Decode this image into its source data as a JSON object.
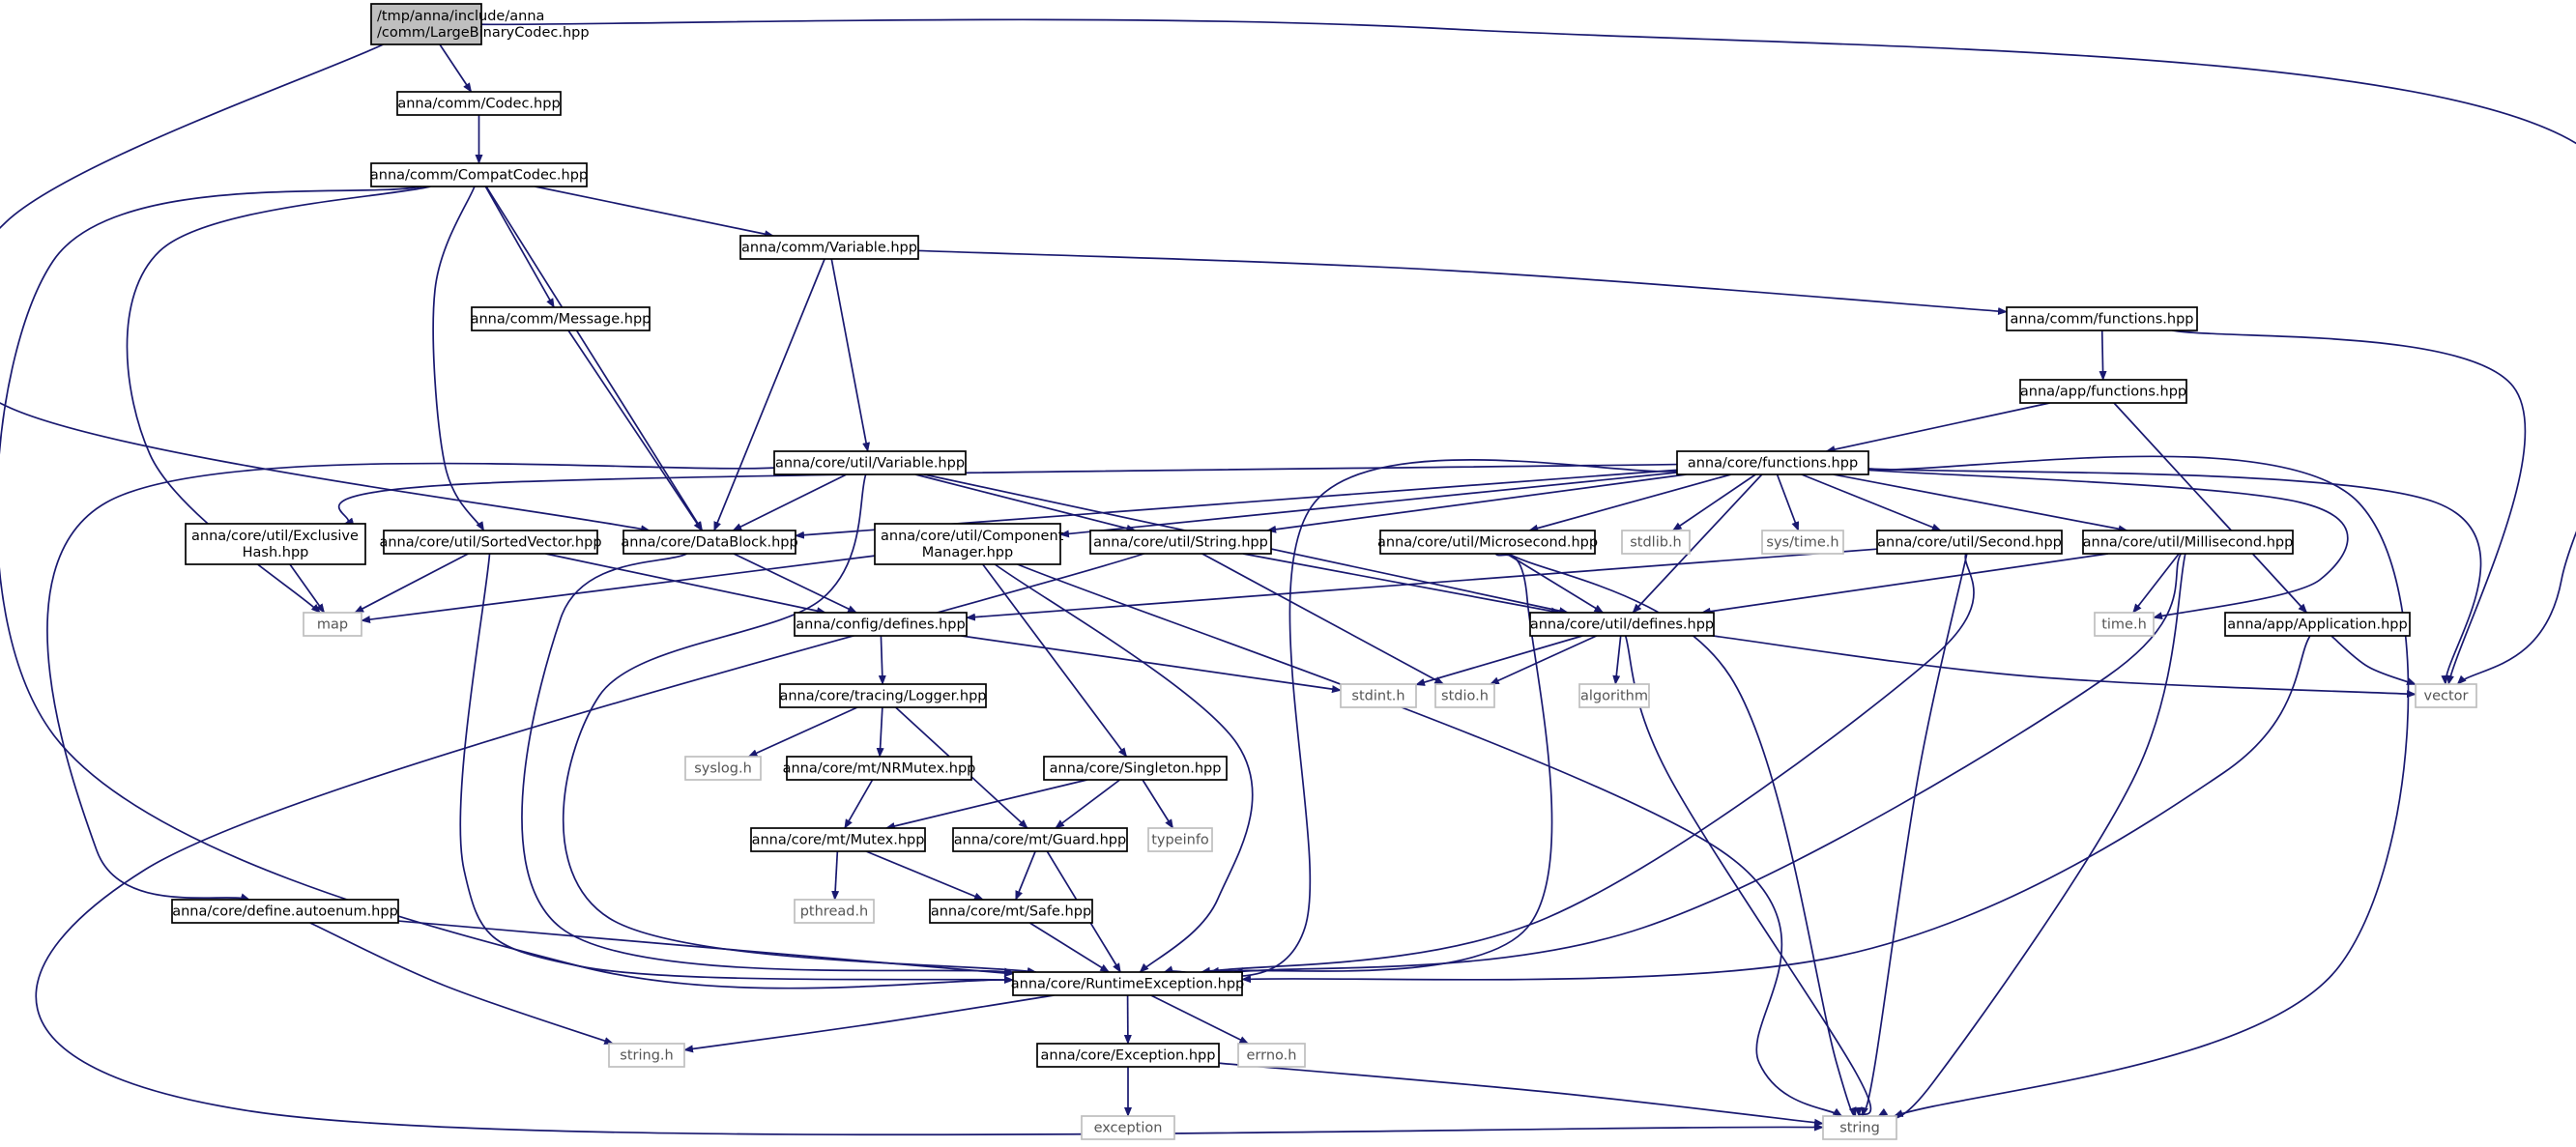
{
  "nodes": [
    {
      "id": "root",
      "lines": [
        "/tmp/anna/include/anna",
        "/comm/LargeBinaryCodec.hpp"
      ],
      "kind": "root"
    },
    {
      "id": "codec",
      "lines": [
        "anna/comm/Codec.hpp"
      ],
      "kind": "header"
    },
    {
      "id": "compat",
      "lines": [
        "anna/comm/CompatCodec.hpp"
      ],
      "kind": "header"
    },
    {
      "id": "variable",
      "lines": [
        "anna/comm/Variable.hpp"
      ],
      "kind": "header"
    },
    {
      "id": "message",
      "lines": [
        "anna/comm/Message.hpp"
      ],
      "kind": "header"
    },
    {
      "id": "commfunc",
      "lines": [
        "anna/comm/functions.hpp"
      ],
      "kind": "header"
    },
    {
      "id": "appfunc",
      "lines": [
        "anna/app/functions.hpp"
      ],
      "kind": "header"
    },
    {
      "id": "corefunc",
      "lines": [
        "anna/core/functions.hpp"
      ],
      "kind": "header"
    },
    {
      "id": "utilvar",
      "lines": [
        "anna/core/util/Variable.hpp"
      ],
      "kind": "header"
    },
    {
      "id": "exhash",
      "lines": [
        "anna/core/util/Exclusive",
        "Hash.hpp"
      ],
      "kind": "header"
    },
    {
      "id": "sortedvec",
      "lines": [
        "anna/core/util/SortedVector.hpp"
      ],
      "kind": "header"
    },
    {
      "id": "datablock",
      "lines": [
        "anna/core/DataBlock.hpp"
      ],
      "kind": "header"
    },
    {
      "id": "component",
      "lines": [
        "anna/core/util/Component",
        "Manager.hpp"
      ],
      "kind": "header"
    },
    {
      "id": "string_hpp",
      "lines": [
        "anna/core/util/String.hpp"
      ],
      "kind": "header"
    },
    {
      "id": "microsec",
      "lines": [
        "anna/core/util/Microsecond.hpp"
      ],
      "kind": "header"
    },
    {
      "id": "stdlib",
      "lines": [
        "stdlib.h"
      ],
      "kind": "system"
    },
    {
      "id": "systime",
      "lines": [
        "sys/time.h"
      ],
      "kind": "system"
    },
    {
      "id": "second",
      "lines": [
        "anna/core/util/Second.hpp"
      ],
      "kind": "header"
    },
    {
      "id": "millisec",
      "lines": [
        "anna/core/util/Millisecond.hpp"
      ],
      "kind": "header"
    },
    {
      "id": "map",
      "lines": [
        "map"
      ],
      "kind": "system"
    },
    {
      "id": "configdef",
      "lines": [
        "anna/config/defines.hpp"
      ],
      "kind": "header"
    },
    {
      "id": "utildef",
      "lines": [
        "anna/core/util/defines.hpp"
      ],
      "kind": "header"
    },
    {
      "id": "timeh",
      "lines": [
        "time.h"
      ],
      "kind": "system"
    },
    {
      "id": "application",
      "lines": [
        "anna/app/Application.hpp"
      ],
      "kind": "header"
    },
    {
      "id": "logger",
      "lines": [
        "anna/core/tracing/Logger.hpp"
      ],
      "kind": "header"
    },
    {
      "id": "stdint",
      "lines": [
        "stdint.h"
      ],
      "kind": "system"
    },
    {
      "id": "stdio",
      "lines": [
        "stdio.h"
      ],
      "kind": "system"
    },
    {
      "id": "algorithm",
      "lines": [
        "algorithm"
      ],
      "kind": "system"
    },
    {
      "id": "vector",
      "lines": [
        "vector"
      ],
      "kind": "system"
    },
    {
      "id": "syslog",
      "lines": [
        "syslog.h"
      ],
      "kind": "system"
    },
    {
      "id": "nrmutex",
      "lines": [
        "anna/core/mt/NRMutex.hpp"
      ],
      "kind": "header"
    },
    {
      "id": "singleton",
      "lines": [
        "anna/core/Singleton.hpp"
      ],
      "kind": "header"
    },
    {
      "id": "mutex",
      "lines": [
        "anna/core/mt/Mutex.hpp"
      ],
      "kind": "header"
    },
    {
      "id": "guard",
      "lines": [
        "anna/core/mt/Guard.hpp"
      ],
      "kind": "header"
    },
    {
      "id": "typeinfo",
      "lines": [
        "typeinfo"
      ],
      "kind": "system"
    },
    {
      "id": "pthread",
      "lines": [
        "pthread.h"
      ],
      "kind": "system"
    },
    {
      "id": "safe",
      "lines": [
        "anna/core/mt/Safe.hpp"
      ],
      "kind": "header"
    },
    {
      "id": "autoenum",
      "lines": [
        "anna/core/define.autoenum.hpp"
      ],
      "kind": "header"
    },
    {
      "id": "runtime",
      "lines": [
        "anna/core/RuntimeException.hpp"
      ],
      "kind": "header"
    },
    {
      "id": "stringh",
      "lines": [
        "string.h"
      ],
      "kind": "system"
    },
    {
      "id": "exception_hpp",
      "lines": [
        "anna/core/Exception.hpp"
      ],
      "kind": "header"
    },
    {
      "id": "errno",
      "lines": [
        "errno.h"
      ],
      "kind": "system"
    },
    {
      "id": "exception",
      "lines": [
        "exception"
      ],
      "kind": "system"
    },
    {
      "id": "string",
      "lines": [
        "string"
      ],
      "kind": "system"
    }
  ],
  "edges": [
    [
      "root",
      "codec"
    ],
    [
      "root",
      "datablock"
    ],
    [
      "root",
      "vector"
    ],
    [
      "codec",
      "compat"
    ],
    [
      "compat",
      "map"
    ],
    [
      "compat",
      "sortedvec"
    ],
    [
      "compat",
      "message"
    ],
    [
      "compat",
      "datablock"
    ],
    [
      "compat",
      "variable"
    ],
    [
      "compat",
      "runtime"
    ],
    [
      "variable",
      "datablock"
    ],
    [
      "variable",
      "utilvar"
    ],
    [
      "variable",
      "commfunc"
    ],
    [
      "message",
      "datablock"
    ],
    [
      "commfunc",
      "appfunc"
    ],
    [
      "commfunc",
      "vector"
    ],
    [
      "appfunc",
      "corefunc"
    ],
    [
      "appfunc",
      "application"
    ],
    [
      "corefunc",
      "exhash"
    ],
    [
      "corefunc",
      "datablock"
    ],
    [
      "corefunc",
      "component"
    ],
    [
      "corefunc",
      "string_hpp"
    ],
    [
      "corefunc",
      "microsec"
    ],
    [
      "corefunc",
      "stdlib"
    ],
    [
      "corefunc",
      "systime"
    ],
    [
      "corefunc",
      "second"
    ],
    [
      "corefunc",
      "millisec"
    ],
    [
      "corefunc",
      "utildef"
    ],
    [
      "corefunc",
      "runtime"
    ],
    [
      "corefunc",
      "timeh"
    ],
    [
      "corefunc",
      "vector"
    ],
    [
      "corefunc",
      "string"
    ],
    [
      "utilvar",
      "datablock"
    ],
    [
      "utilvar",
      "string_hpp"
    ],
    [
      "utilvar",
      "utildef"
    ],
    [
      "utilvar",
      "runtime"
    ],
    [
      "utilvar",
      "autoenum"
    ],
    [
      "exhash",
      "map"
    ],
    [
      "sortedvec",
      "map"
    ],
    [
      "sortedvec",
      "configdef"
    ],
    [
      "sortedvec",
      "runtime"
    ],
    [
      "datablock",
      "configdef"
    ],
    [
      "datablock",
      "runtime"
    ],
    [
      "component",
      "map"
    ],
    [
      "component",
      "singleton"
    ],
    [
      "component",
      "runtime"
    ],
    [
      "component",
      "string"
    ],
    [
      "string_hpp",
      "utildef"
    ],
    [
      "string_hpp",
      "stdio"
    ],
    [
      "string_hpp",
      "string"
    ],
    [
      "microsec",
      "utildef"
    ],
    [
      "microsec",
      "runtime"
    ],
    [
      "microsec",
      "string"
    ],
    [
      "second",
      "configdef"
    ],
    [
      "second",
      "runtime"
    ],
    [
      "second",
      "string"
    ],
    [
      "millisec",
      "utildef"
    ],
    [
      "millisec",
      "runtime"
    ],
    [
      "millisec",
      "timeh"
    ],
    [
      "millisec",
      "string"
    ],
    [
      "configdef",
      "logger"
    ],
    [
      "configdef",
      "stdint"
    ],
    [
      "utildef",
      "stdint"
    ],
    [
      "utildef",
      "stdio"
    ],
    [
      "utildef",
      "algorithm"
    ],
    [
      "utildef",
      "vector"
    ],
    [
      "utildef",
      "string"
    ],
    [
      "application",
      "vector"
    ],
    [
      "application",
      "runtime"
    ],
    [
      "logger",
      "syslog"
    ],
    [
      "logger",
      "nrmutex"
    ],
    [
      "logger",
      "guard"
    ],
    [
      "nrmutex",
      "mutex"
    ],
    [
      "singleton",
      "mutex"
    ],
    [
      "singleton",
      "guard"
    ],
    [
      "singleton",
      "typeinfo"
    ],
    [
      "mutex",
      "pthread"
    ],
    [
      "mutex",
      "safe"
    ],
    [
      "guard",
      "safe"
    ],
    [
      "guard",
      "runtime"
    ],
    [
      "safe",
      "runtime"
    ],
    [
      "autoenum",
      "runtime"
    ],
    [
      "autoenum",
      "stringh"
    ],
    [
      "runtime",
      "stringh"
    ],
    [
      "runtime",
      "exception_hpp"
    ],
    [
      "runtime",
      "errno"
    ],
    [
      "exception_hpp",
      "exception"
    ],
    [
      "exception_hpp",
      "string"
    ]
  ],
  "colors": {
    "edge": "#191970",
    "header_border": "#000000",
    "system_border": "#bfbfbf",
    "root_fill": "#bfbfbf",
    "system_text": "#555555"
  }
}
